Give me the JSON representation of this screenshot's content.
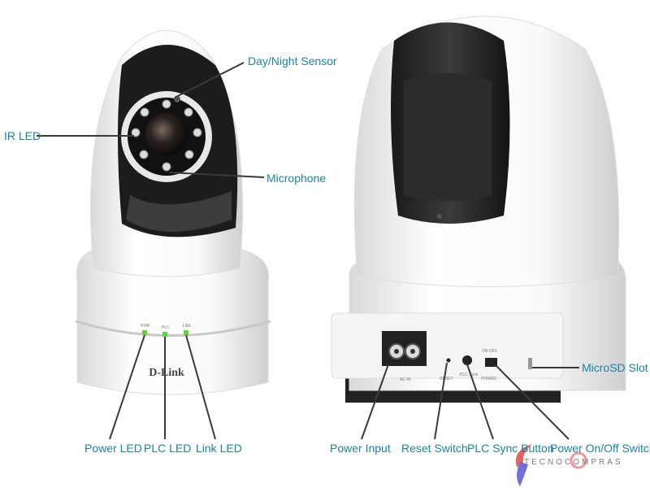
{
  "front_view": {
    "brand_logo": "D-Link",
    "led_marks": [
      "PWR",
      "PLC",
      "LNK"
    ],
    "callouts": {
      "ir_led": "IR LED",
      "day_night_sensor": "Day/Night Sensor",
      "microphone": "Microphone",
      "power_led": "Power LED",
      "plc_led": "PLC LED",
      "link_led": "Link LED"
    },
    "led_color": "#5fd43a"
  },
  "back_view": {
    "panel_marks": {
      "ac_in": "AC IN",
      "reset": "RESET",
      "plc_sync": "PLC Sync",
      "on_off": "ON OFF",
      "power": "POWER"
    },
    "callouts": {
      "power_input": "Power Input",
      "reset_switch": "Reset Switch",
      "plc_sync_button": "PLC Sync Button",
      "power_switch": "Power On/Off Switch",
      "microsd_slot": "MicroSD Slot"
    }
  },
  "watermark": "TECNOCOMPRAS",
  "label_color": "#1b84a6"
}
